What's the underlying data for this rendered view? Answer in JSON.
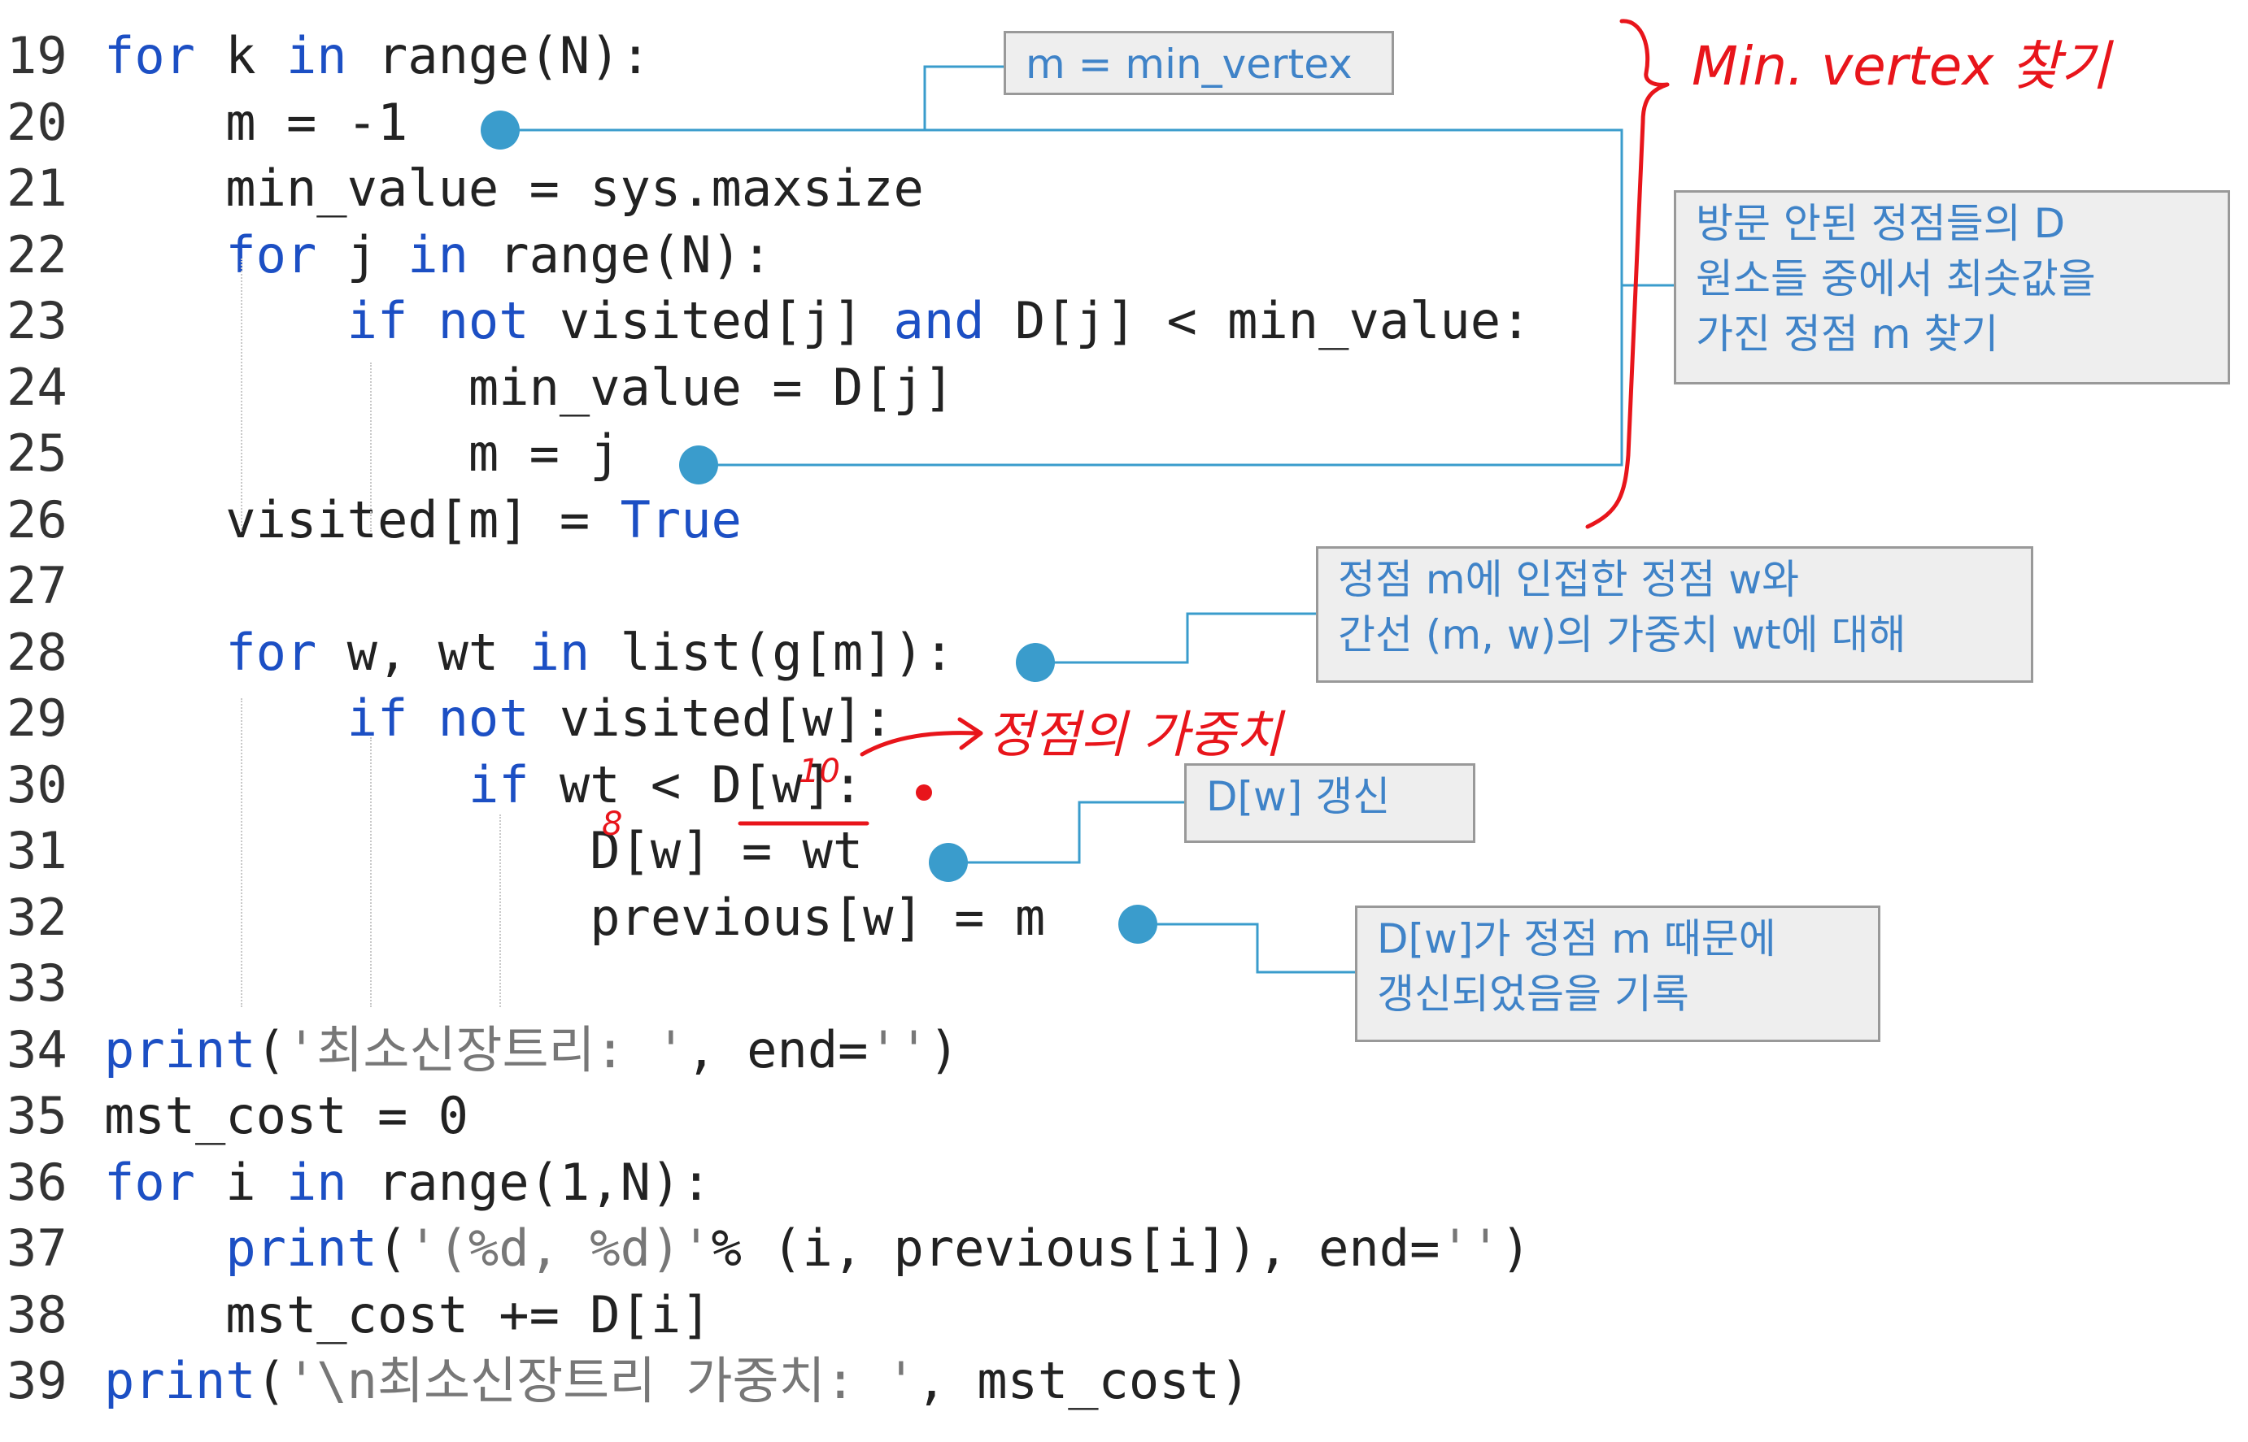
{
  "code": {
    "lines": [
      {
        "num": "19",
        "tokens": [
          {
            "t": "for",
            "c": "kw"
          },
          {
            "t": " k ",
            "c": "tk"
          },
          {
            "t": "in",
            "c": "kw"
          },
          {
            "t": " range(N):",
            "c": "tk"
          }
        ]
      },
      {
        "num": "20",
        "tokens": [
          {
            "t": "    m = -1",
            "c": "tk"
          }
        ]
      },
      {
        "num": "21",
        "tokens": [
          {
            "t": "    min_value = sys.maxsize",
            "c": "tk"
          }
        ]
      },
      {
        "num": "22",
        "tokens": [
          {
            "t": "    ",
            "c": "tk"
          },
          {
            "t": "for",
            "c": "kw"
          },
          {
            "t": " j ",
            "c": "tk"
          },
          {
            "t": "in",
            "c": "kw"
          },
          {
            "t": " range(N):",
            "c": "tk"
          }
        ]
      },
      {
        "num": "23",
        "tokens": [
          {
            "t": "        ",
            "c": "tk"
          },
          {
            "t": "if not",
            "c": "kw"
          },
          {
            "t": " visited[j] ",
            "c": "tk"
          },
          {
            "t": "and",
            "c": "kw"
          },
          {
            "t": " D[j] < min_value:",
            "c": "tk"
          }
        ]
      },
      {
        "num": "24",
        "tokens": [
          {
            "t": "            min_value = D[j]",
            "c": "tk"
          }
        ]
      },
      {
        "num": "25",
        "tokens": [
          {
            "t": "            m = j",
            "c": "tk"
          }
        ]
      },
      {
        "num": "26",
        "tokens": [
          {
            "t": "    visited[m] = ",
            "c": "tk"
          },
          {
            "t": "True",
            "c": "kw"
          }
        ]
      },
      {
        "num": "27",
        "tokens": []
      },
      {
        "num": "28",
        "tokens": [
          {
            "t": "    ",
            "c": "tk"
          },
          {
            "t": "for",
            "c": "kw"
          },
          {
            "t": " w, wt ",
            "c": "tk"
          },
          {
            "t": "in",
            "c": "kw"
          },
          {
            "t": " list(g[m]):",
            "c": "tk"
          }
        ]
      },
      {
        "num": "29",
        "tokens": [
          {
            "t": "        ",
            "c": "tk"
          },
          {
            "t": "if not",
            "c": "kw"
          },
          {
            "t": " visited[w]:",
            "c": "tk"
          }
        ]
      },
      {
        "num": "30",
        "tokens": [
          {
            "t": "            ",
            "c": "tk"
          },
          {
            "t": "if",
            "c": "kw"
          },
          {
            "t": " wt < D[w]:",
            "c": "tk"
          }
        ]
      },
      {
        "num": "31",
        "tokens": [
          {
            "t": "                D[w] = wt",
            "c": "tk"
          }
        ]
      },
      {
        "num": "32",
        "tokens": [
          {
            "t": "                previous[w] = m",
            "c": "tk"
          }
        ]
      },
      {
        "num": "33",
        "tokens": []
      },
      {
        "num": "34",
        "tokens": [
          {
            "t": "print",
            "c": "kw"
          },
          {
            "t": "(",
            "c": "tk"
          },
          {
            "t": "'최소신장트리: '",
            "c": "st"
          },
          {
            "t": ", end=",
            "c": "tk"
          },
          {
            "t": "''",
            "c": "st"
          },
          {
            "t": ")",
            "c": "tk"
          }
        ]
      },
      {
        "num": "35",
        "tokens": [
          {
            "t": "mst_cost = 0",
            "c": "tk"
          }
        ]
      },
      {
        "num": "36",
        "tokens": [
          {
            "t": "for",
            "c": "kw"
          },
          {
            "t": " i ",
            "c": "tk"
          },
          {
            "t": "in",
            "c": "kw"
          },
          {
            "t": " range(1,N):",
            "c": "tk"
          }
        ]
      },
      {
        "num": "37",
        "tokens": [
          {
            "t": "    ",
            "c": "tk"
          },
          {
            "t": "print",
            "c": "kw"
          },
          {
            "t": "(",
            "c": "tk"
          },
          {
            "t": "'(%d, %d)'",
            "c": "st"
          },
          {
            "t": "% (i, previous[i]), end=",
            "c": "tk"
          },
          {
            "t": "''",
            "c": "st"
          },
          {
            "t": ")",
            "c": "tk"
          }
        ]
      },
      {
        "num": "38",
        "tokens": [
          {
            "t": "    mst_cost += D[i]",
            "c": "tk"
          }
        ]
      },
      {
        "num": "39",
        "tokens": [
          {
            "t": "print",
            "c": "kw"
          },
          {
            "t": "(",
            "c": "tk"
          },
          {
            "t": "'\\n최소신장트리 가중치: '",
            "c": "st"
          },
          {
            "t": ", mst_cost)",
            "c": "tk"
          }
        ]
      }
    ]
  },
  "callouts": {
    "min_vertex": "m = min_vertex",
    "find_min": "방문 안된 정점들의 D\n원소들 중에서 최솟값을\n가진 정점 m 찾기",
    "adjacent": "정점 m에 인접한 정점 w와\n간선 (m, w)의 가중치 wt에 대해",
    "update": "D[w] 갱신",
    "record": "D[w]가 정점 m 때문에\n갱신되었음을 기록"
  },
  "handwriting": {
    "bracket_note": "Min. vertex 찾기",
    "weight_note": "정점의 가중치",
    "mark_10": "10",
    "mark_8": "8"
  },
  "colors": {
    "keyword": "#1c4fc4",
    "string": "#777777",
    "callout_text": "#3f83c8",
    "connector": "#3a9ccc",
    "dot": "#3a9ccc",
    "handwriting": "#e8151b"
  }
}
